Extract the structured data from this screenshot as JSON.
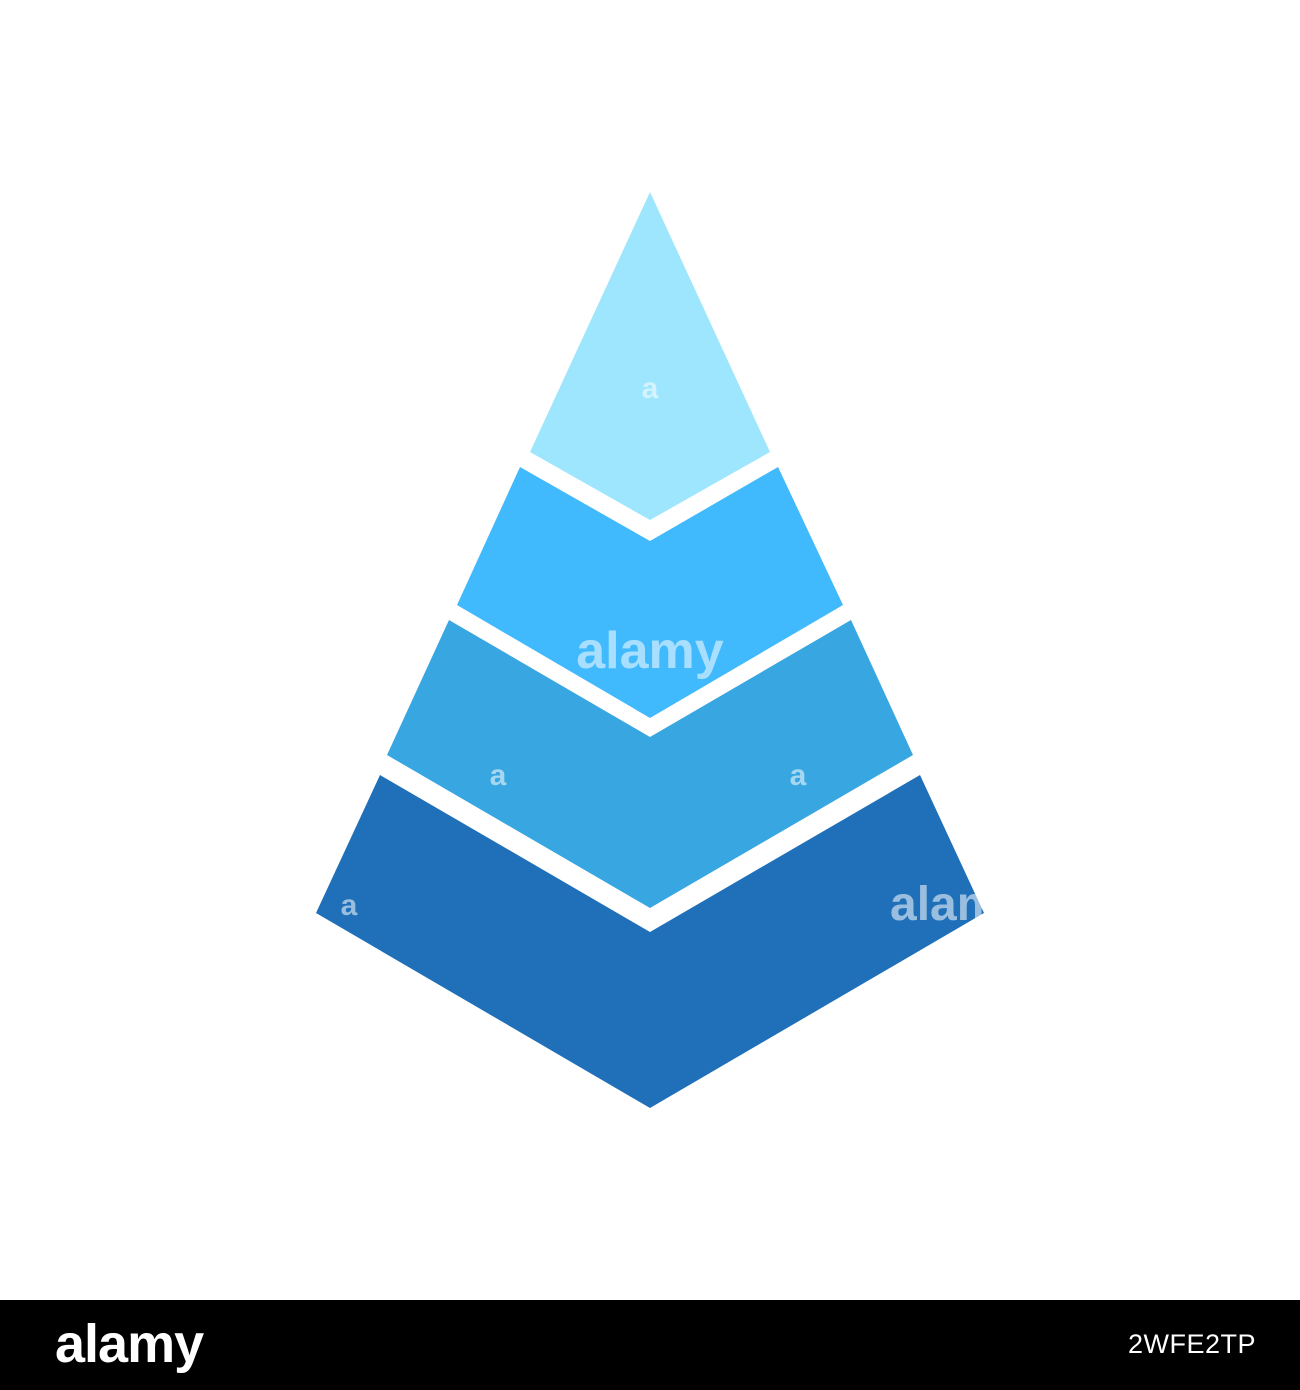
{
  "diagram": {
    "layers": [
      {
        "color": "#9ee6fe"
      },
      {
        "color": "#41b9fd"
      },
      {
        "color": "#38a6e0"
      },
      {
        "color": "#1f70b8"
      }
    ]
  },
  "watermark": {
    "center_text": "alamy",
    "right_text": "alamy",
    "mark_letter": "a"
  },
  "footer": {
    "logo": "alamy",
    "image_id": "2WFE2TP"
  }
}
